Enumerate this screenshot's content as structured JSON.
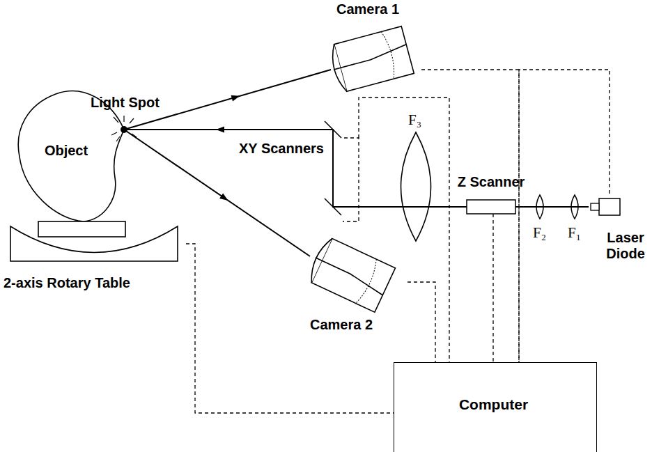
{
  "diagram": {
    "nodes": [
      {
        "text": [
          "Camera 1"
        ]
      },
      {
        "text": [
          "Object"
        ]
      },
      {
        "text": [
          "Z Scanner"
        ]
      },
      {
        "text": [
          "Laser Diode"
        ]
      },
      {
        "text": [
          "2-axis Rotary Table"
        ]
      },
      {
        "text": [
          "Camera 2"
        ]
      },
      {
        "text": [
          "Computer"
        ]
      }
    ],
    "edges": [
      {
        "from": 1,
        "to": 0,
        "arrow": "to"
      },
      {
        "from": 3,
        "to": 1,
        "arrow": "to"
      },
      {
        "from": 1,
        "to": 5,
        "arrow": "to"
      },
      {
        "from": 0,
        "to": 6,
        "arrow": "none"
      },
      {
        "from": 3,
        "to": 6,
        "arrow": "none"
      },
      {
        "from": 2,
        "to": 6,
        "arrow": "none"
      },
      {
        "from": 5,
        "to": 6,
        "arrow": "none"
      },
      {
        "from": 4,
        "to": 6,
        "arrow": "none"
      }
    ],
    "labels": [
      "Light Spot",
      "XY Scanners",
      "F₃",
      "F₂",
      "F₁"
    ]
  }
}
